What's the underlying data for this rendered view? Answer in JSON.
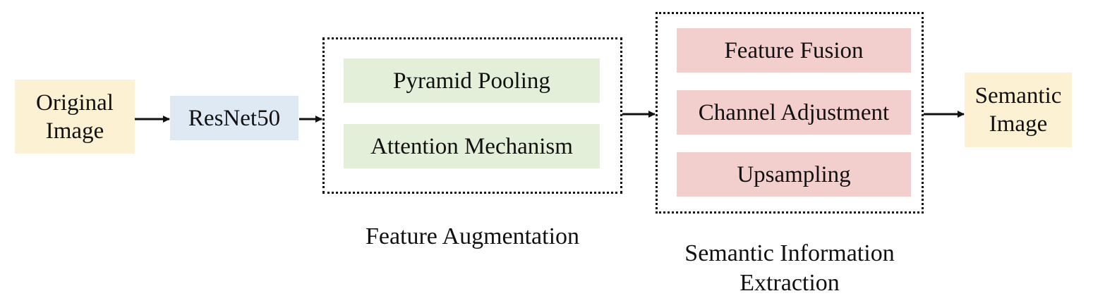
{
  "nodes": {
    "original_image": [
      "Original",
      "Image"
    ],
    "resnet": "ResNet50",
    "pyramid_pooling": "Pyramid Pooling",
    "attention_mechanism": "Attention Mechanism",
    "feature_fusion": "Feature Fusion",
    "channel_adjustment": "Channel Adjustment",
    "upsampling": "Upsampling",
    "semantic_image": [
      "Semantic",
      "Image"
    ]
  },
  "groups": {
    "feature_augmentation": "Feature Augmentation",
    "semantic_information_extraction": [
      "Semantic Information",
      "Extraction"
    ]
  },
  "colors": {
    "input_output": "#fcf1d2",
    "backbone": "#dee9f4",
    "augmentation": "#e3efd9",
    "extraction": "#f2cfcd",
    "arrow": "#111111"
  }
}
